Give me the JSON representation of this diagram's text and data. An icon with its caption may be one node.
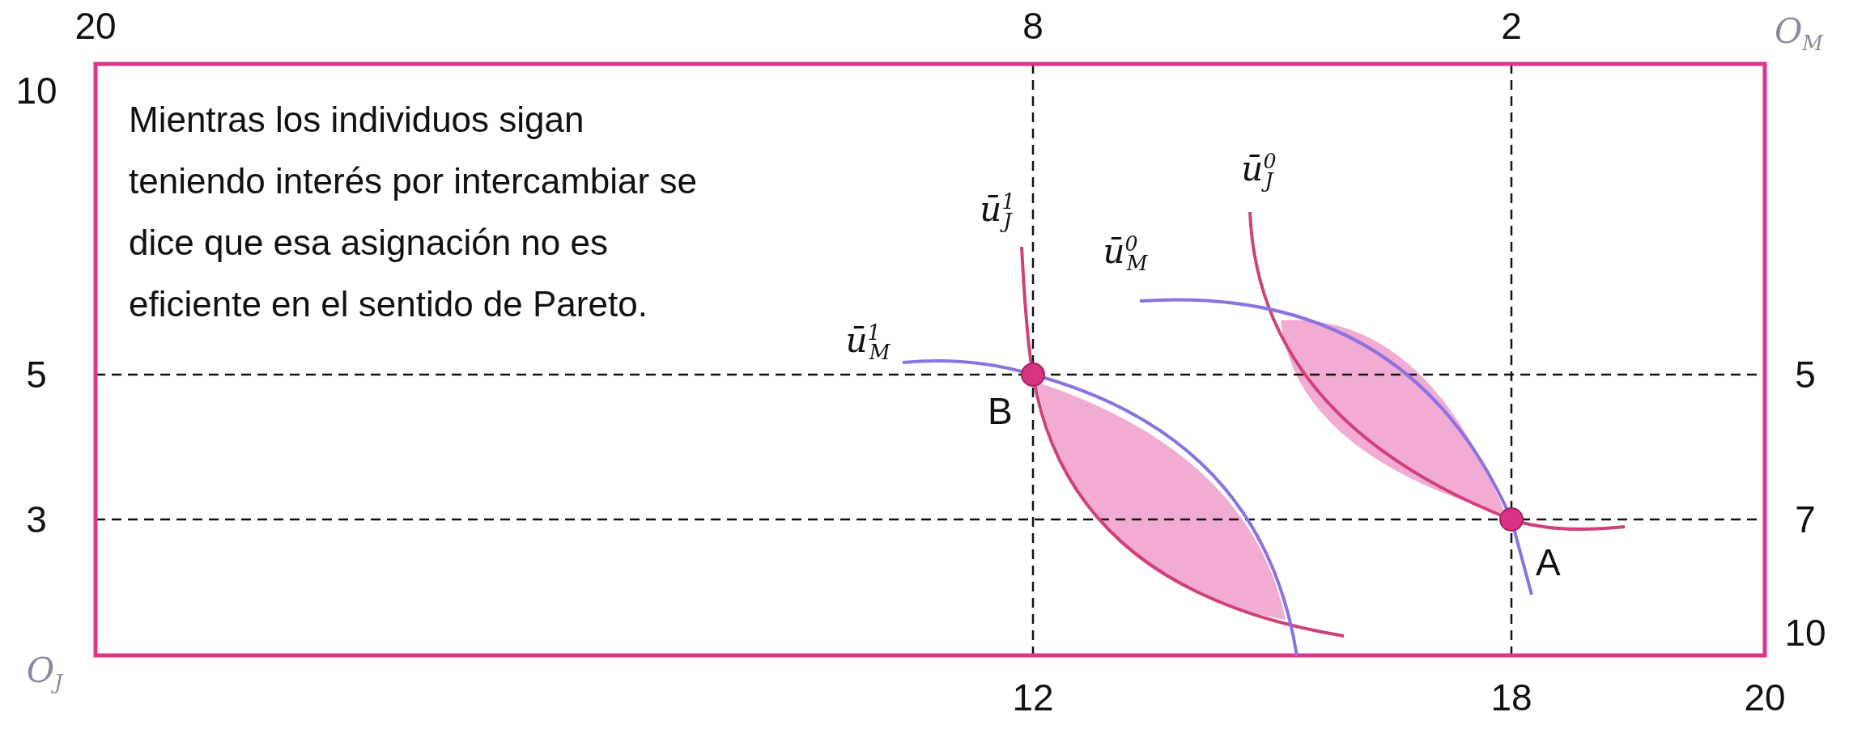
{
  "diagram": {
    "nodes": [
      {
        "text": [],
        "shape": "circle",
        "beside": [
          "B"
        ]
      },
      {
        "text": [],
        "shape": "circle",
        "beside": [
          "A"
        ]
      }
    ],
    "edges": [],
    "labels": [
      "20",
      "8",
      "2",
      "O$_{M}$",
      "10",
      "Mientras los individuos sigan teniendo interés por intercambiar se dice que esa asignación no es eficiente en el sentido de Pareto.",
      "ū$^{0}$$_{J}$",
      "ū$^{1}$$_{J}$",
      "ū$^{0}$$_{M}$",
      "ū$^{1}$$_{M}$",
      "5",
      "5",
      "3",
      "7",
      "10",
      "O$_{J}$",
      "12",
      "18",
      "20"
    ]
  }
}
